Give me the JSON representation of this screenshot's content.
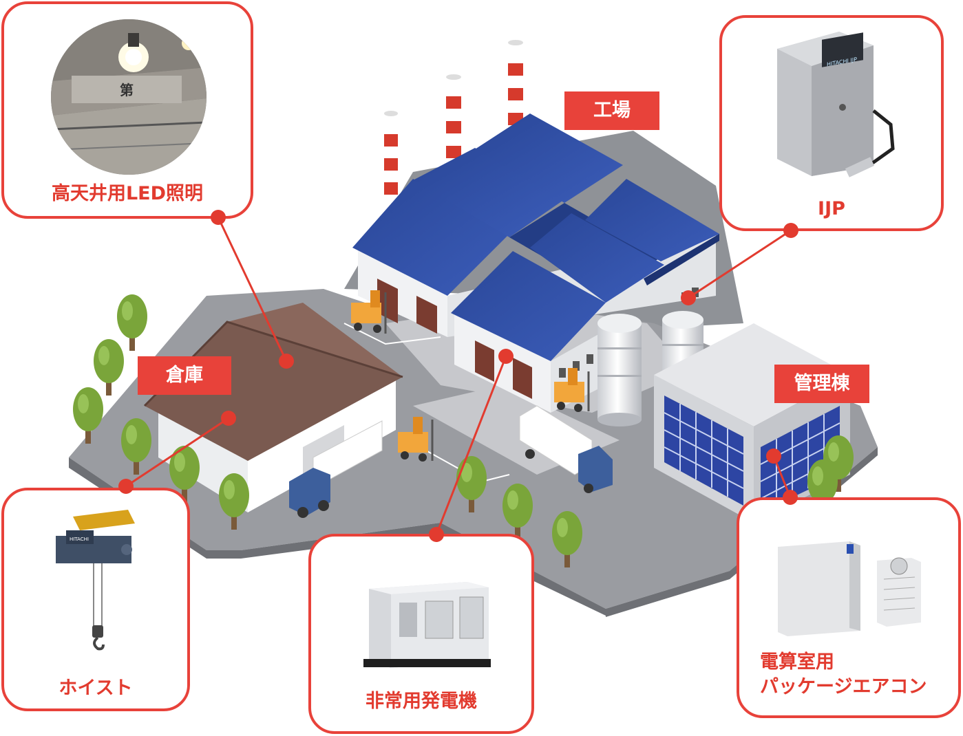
{
  "areas": {
    "factory": "工場",
    "warehouse": "倉庫",
    "admin": "管理棟"
  },
  "equipment": {
    "led_lighting": "高天井用LED照明",
    "ijp": "IJP",
    "hoist": "ホイスト",
    "generator": "非常用発電機",
    "aircon_line1": "電算室用",
    "aircon_line2": "パッケージエアコン"
  },
  "photo_marks": {
    "ceiling_sign": "第",
    "ijp_screen": "HITACHI IJP",
    "hoist_brand": "HITACHI"
  },
  "colors": {
    "accent": "#e8423a",
    "roof_blue": "#2f4ea0",
    "roof_brown": "#7a5a50",
    "ground": "#9a9ca1"
  }
}
